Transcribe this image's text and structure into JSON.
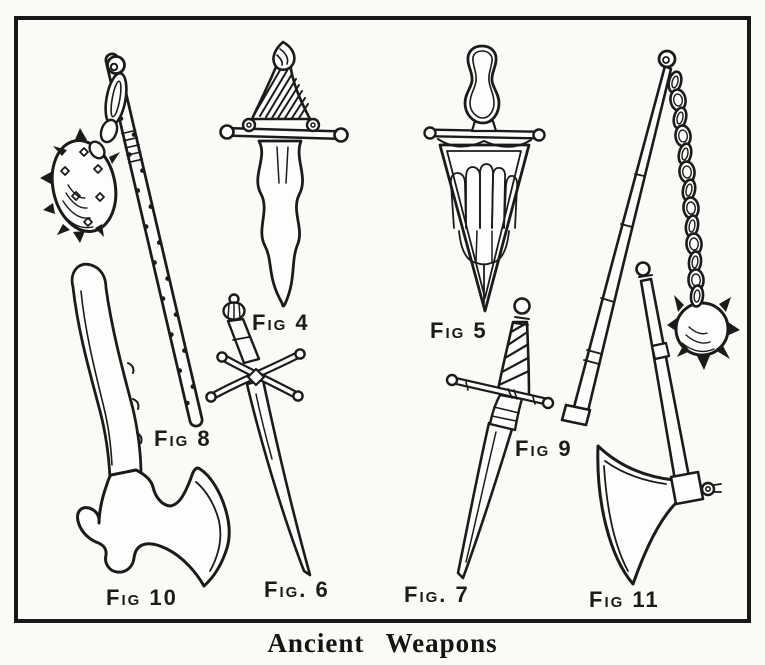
{
  "plate": {
    "caption": "Ancient Weapons"
  },
  "figures": {
    "fig4": {
      "label": "Fig 4",
      "icon": "flamberge-dagger-icon"
    },
    "fig5": {
      "label": "Fig 5",
      "icon": "triangular-blade-dagger-icon"
    },
    "fig6": {
      "label": "Fig. 6",
      "icon": "swept-guard-sword-icon"
    },
    "fig7": {
      "label": "Fig. 7",
      "icon": "twisted-grip-dagger-icon"
    },
    "fig8": {
      "label": "Fig 8",
      "icon": "spiked-ball-mace-icon"
    },
    "fig9": {
      "label": "Fig 9",
      "icon": "chain-flail-icon"
    },
    "fig10": {
      "label": "Fig 10",
      "icon": "battle-axe-icon"
    },
    "fig11": {
      "label": "Fig 11",
      "icon": "pole-axe-icon"
    }
  },
  "colors": {
    "ink": "#1b1b1b",
    "paper": "#fbfaf7"
  }
}
